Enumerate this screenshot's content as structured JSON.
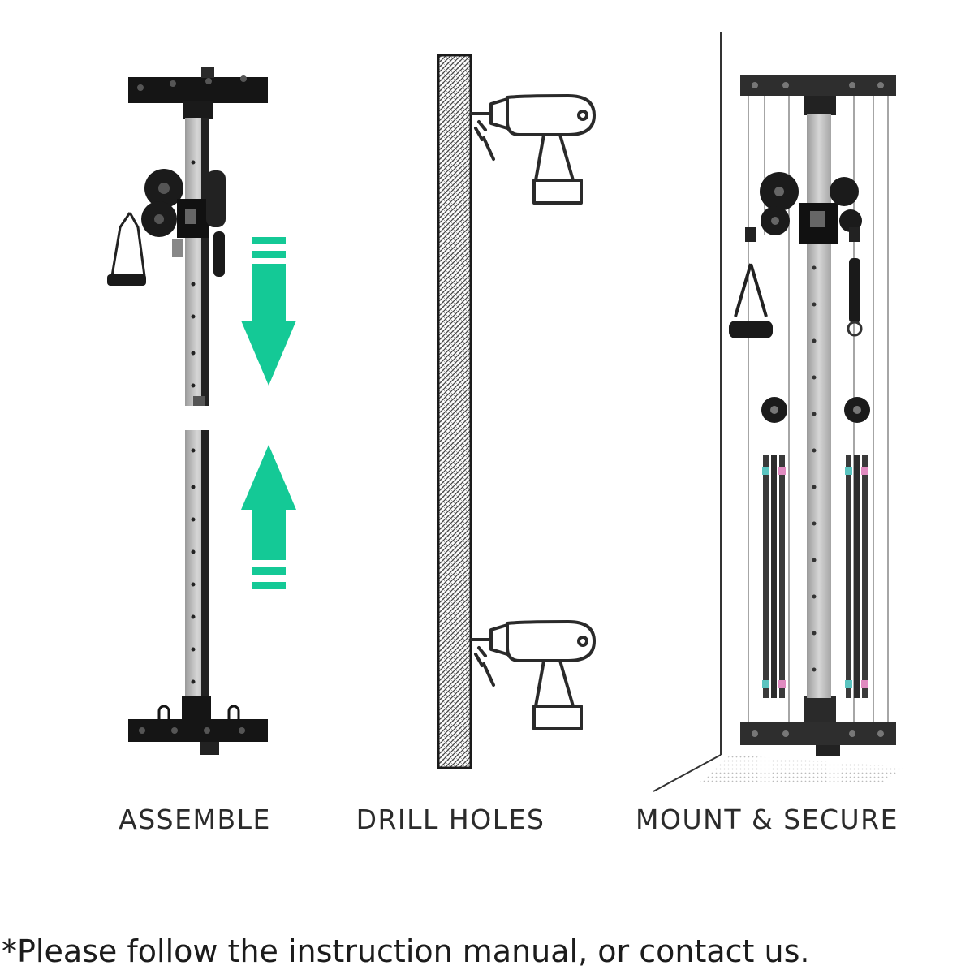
{
  "steps": [
    {
      "id": "assemble",
      "label": "ASSEMBLE"
    },
    {
      "id": "drill",
      "label": "DRILL HOLES"
    },
    {
      "id": "mount",
      "label": "MOUNT & SECURE"
    }
  ],
  "footnote": "*Please follow the instruction manual, or contact us.",
  "colors": {
    "arrow": "#14c996",
    "frame": "#1a1a1a",
    "upright": "#b8b8b8",
    "band_accent_pink": "#e08bc0",
    "band_accent_teal": "#5bc4c0"
  },
  "icons": [
    "arrow-down-icon",
    "arrow-up-icon",
    "drill-icon",
    "drill-icon"
  ]
}
